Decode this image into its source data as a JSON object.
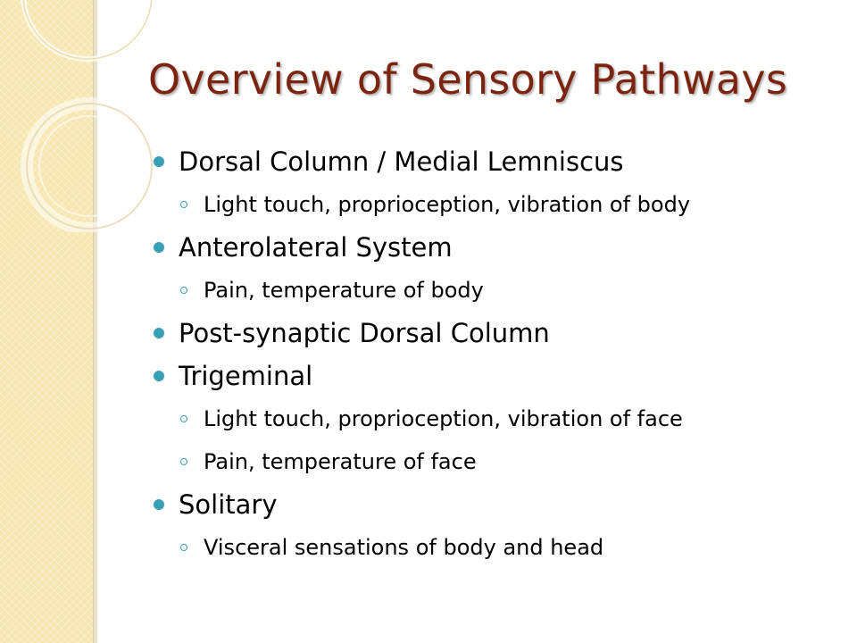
{
  "slide": {
    "title": "Overview of Sensory Pathways",
    "items": [
      {
        "label": "Dorsal Column / Medial Lemniscus",
        "subs": [
          "Light touch, proprioception, vibration of body"
        ]
      },
      {
        "label": "Anterolateral System",
        "subs": [
          "Pain, temperature of body"
        ]
      },
      {
        "label": "Post-synaptic Dorsal Column",
        "subs": []
      },
      {
        "label": "Trigeminal",
        "subs": [
          "Light touch, proprioception, vibration of face",
          "Pain, temperature of face"
        ]
      },
      {
        "label": "Solitary",
        "subs": [
          "Visceral sensations of body and head"
        ]
      }
    ]
  },
  "colors": {
    "title": "#7b2410",
    "bullet": "#3a9fb6",
    "side_panel": "#f8e6b0"
  }
}
